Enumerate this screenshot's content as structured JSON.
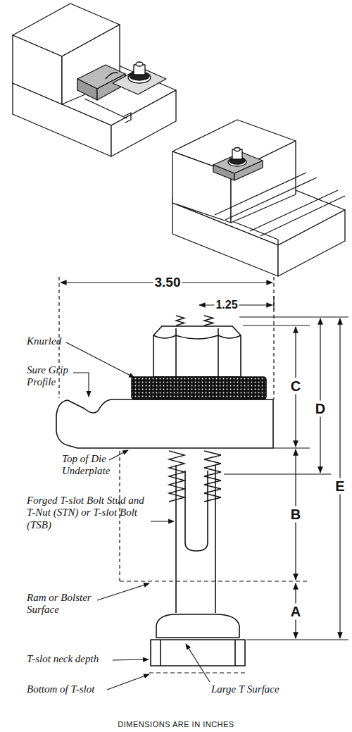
{
  "diagram": {
    "caption": "DIMENSIONS ARE IN INCHES",
    "labels": [
      "3.50",
      "1.25",
      "Knurled",
      "C",
      "D",
      "E",
      "Sure Grip Profile",
      "Top of Die Underplate",
      "B",
      "Forged T-slot Bolt Stud and T-Nut (STN) or T-slot Bolt (TSB)",
      "Ram or Bolster Surface",
      "A",
      "T-slot neck depth",
      "Bottom of T-slot",
      "Large T Surface"
    ]
  }
}
